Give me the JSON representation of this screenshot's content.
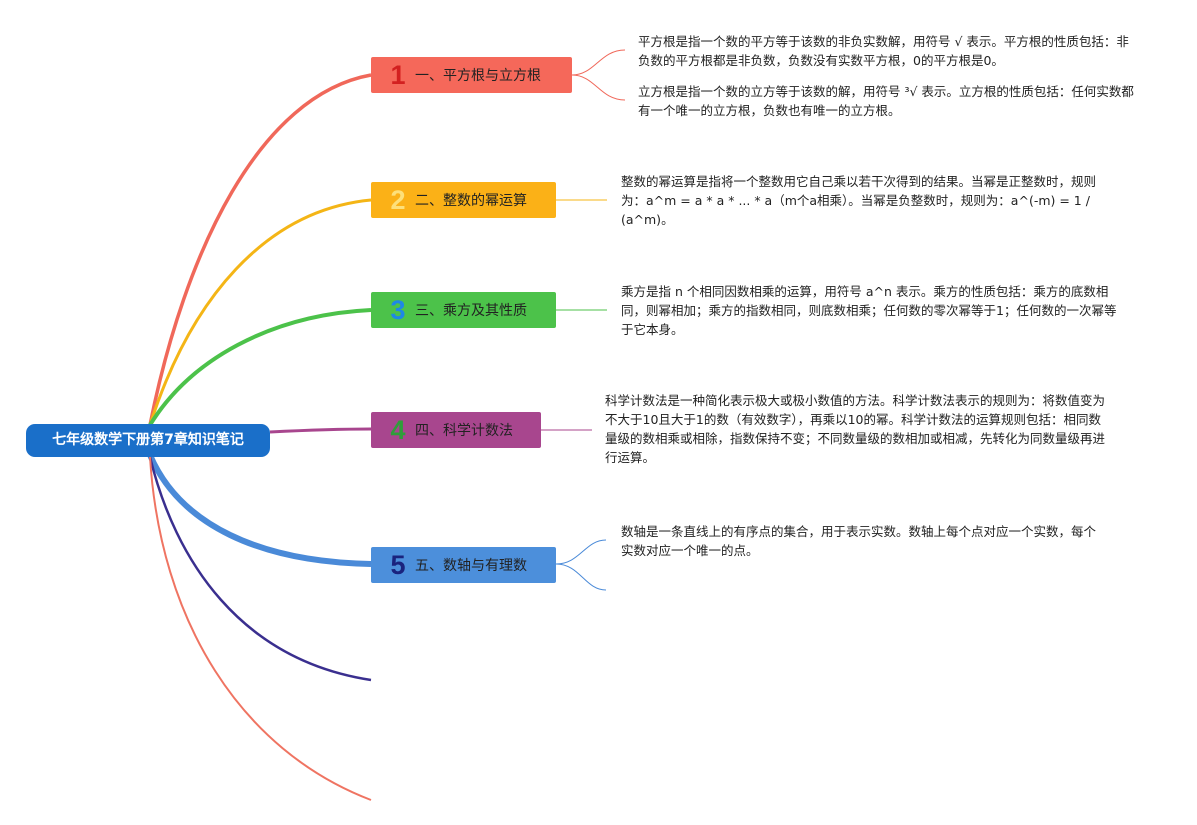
{
  "root": {
    "title": "七年级数学下册第7章知识笔记"
  },
  "branches": [
    {
      "num": "1",
      "label": "一、平方根与立方根",
      "bg": "#f5685a",
      "num_color": "#d32020",
      "line_color": "#f0685a",
      "notes": [
        "平方根是指一个数的平方等于该数的非负实数解，用符号 √ 表示。平方根的性质包括：非负数的平方根都是非负数，负数没有实数平方根，0的平方根是0。",
        "立方根是指一个数的立方等于该数的解，用符号 ³√ 表示。立方根的性质包括：任何实数都有一个唯一的立方根，负数也有唯一的立方根。"
      ]
    },
    {
      "num": "2",
      "label": "二、整数的幂运算",
      "bg": "#fbb117",
      "num_color": "#fde07a",
      "line_color": "#f4b516",
      "notes": [
        "整数的幂运算是指将一个整数用它自己乘以若干次得到的结果。当幂是正整数时，规则为：a^m = a * a * ... * a（m个a相乘）。当幂是负整数时，规则为：a^(-m) = 1 / (a^m)。"
      ]
    },
    {
      "num": "3",
      "label": "三、乘方及其性质",
      "bg": "#4cc24a",
      "num_color": "#1e88e5",
      "line_color": "#4cc24a",
      "notes": [
        "乘方是指 n 个相同因数相乘的运算，用符号 a^n 表示。乘方的性质包括：乘方的底数相同，则幂相加；乘方的指数相同，则底数相乘；任何数的零次幂等于1；任何数的一次幂等于它本身。"
      ]
    },
    {
      "num": "4",
      "label": "四、科学计数法",
      "bg": "#a8468e",
      "num_color": "#2e9e3a",
      "line_color": "#a8468e",
      "notes": [
        "科学计数法是一种简化表示极大或极小数值的方法。科学计数法表示的规则为：将数值变为不大于10且大于1的数（有效数字），再乘以10的幂。科学计数法的运算规则包括：相同数量级的数相乘或相除，指数保持不变；不同数量级的数相加或相减，先转化为同数量级再进行运算。"
      ]
    },
    {
      "num": "5",
      "label": "五、数轴与有理数",
      "bg": "#4c8fdb",
      "num_color": "#1a237e",
      "line_color": "#4a8ad8",
      "notes": [
        "数轴是一条直线上的有序点的集合，用于表示实数。数轴上每个点对应一个实数，每个实数对应一个唯一的点。"
      ]
    }
  ],
  "extra_lines": [
    {
      "color": "#3a2f8f"
    },
    {
      "color": "#ef7462"
    }
  ]
}
